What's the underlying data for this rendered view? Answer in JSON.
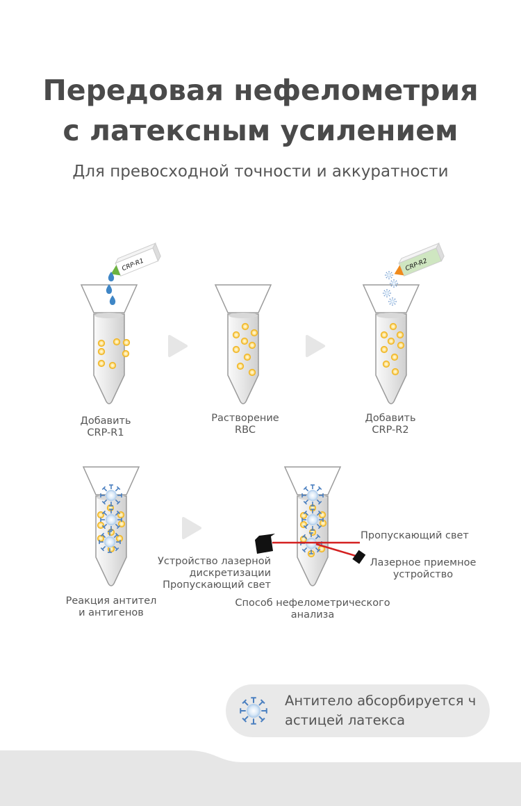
{
  "header": {
    "title_line1": "Передовая нефелометрия",
    "title_line2": "с латексным усилением",
    "subtitle": "Для превосходной точности и аккуратности"
  },
  "steps": [
    {
      "line1": "Добавить",
      "line2": "CRP-R1",
      "reagent": "CRP-R1"
    },
    {
      "line1": "Растворение",
      "line2": "RBC"
    },
    {
      "line1": "Добавить",
      "line2": "CRP-R2",
      "reagent": "CRP-R2"
    },
    {
      "line1": "Реакция антител",
      "line2": "и антигенов"
    }
  ],
  "analysis": {
    "emitter_line1": "Устройство лазерной",
    "emitter_line2": "дискретизации",
    "emitter_line3": "Пропускающий свет",
    "transmitted": "Пропускающий свет",
    "receiver_line1": "Лазерное приемное",
    "receiver_line2": "устройство",
    "method_line1": "Способ нефелометрического",
    "method_line2": "анализа"
  },
  "legend": {
    "icon": "antibody-latex-icon",
    "line1": "Антитело абсорбируется ч",
    "line2": "астицей латекса"
  },
  "colors": {
    "particle": "#f5c542",
    "drop": "#3f86c6",
    "r1_cap": "#6cb33f",
    "r2_cap": "#f08a1c",
    "laser": "#d42020",
    "antibody": "#4a7fc0"
  }
}
